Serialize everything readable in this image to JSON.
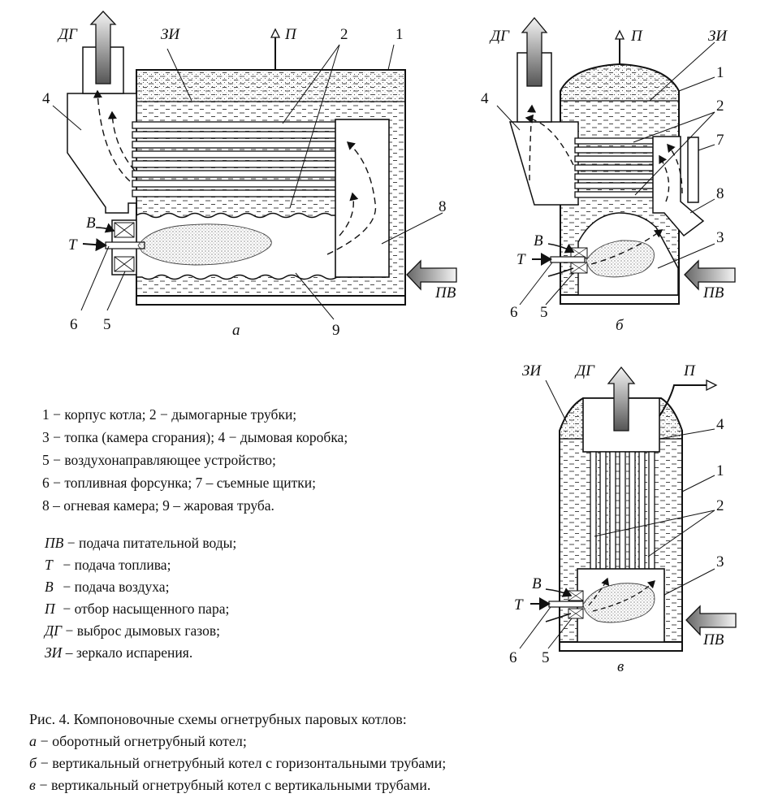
{
  "labels": {
    "DG": "ДГ",
    "ZI": "ЗИ",
    "P": "П",
    "T": "Т",
    "V": "В",
    "PV": "ПВ",
    "n1": "1",
    "n2": "2",
    "n3": "3",
    "n4": "4",
    "n5": "5",
    "n6": "6",
    "n7": "7",
    "n8": "8",
    "n9": "9",
    "sub_a": "а",
    "sub_b": "б",
    "sub_v": "в"
  },
  "legend": [
    "1 − корпус котла;   2 − дымогарные трубки;",
    "3 − топка (камера сгорания);   4 − дымовая коробка;",
    "5 − воздухонаправляющее устройство;",
    "6 − топливная форсунка;   7 – съемные щитки;",
    "8 – огневая камера;   9 – жаровая труба."
  ],
  "legend2": [
    {
      "sym": "ПВ",
      "text": " − подача питательной воды;"
    },
    {
      "sym": "Т",
      "text": "  − подача топлива;"
    },
    {
      "sym": "В",
      "text": "  − подача воздуха;"
    },
    {
      "sym": "П",
      "text": "  − отбор насыщенного пара;"
    },
    {
      "sym": "ДГ",
      "text": " − выброс дымовых газов;"
    },
    {
      "sym": "ЗИ",
      "text": "  – зеркало испарения."
    }
  ],
  "caption": {
    "title": "Рис. 4. Компоновочные схемы огнетрубных паровых котлов:",
    "lines": [
      {
        "letter": "а",
        "text": " − оборотный огнетрубный котел;"
      },
      {
        "letter": "б",
        "text": " − вертикальный огнетрубный котел с горизонтальными трубами;"
      },
      {
        "letter": "в",
        "text": " − вертикальный огнетрубный котел с вертикальными трубами."
      }
    ]
  }
}
